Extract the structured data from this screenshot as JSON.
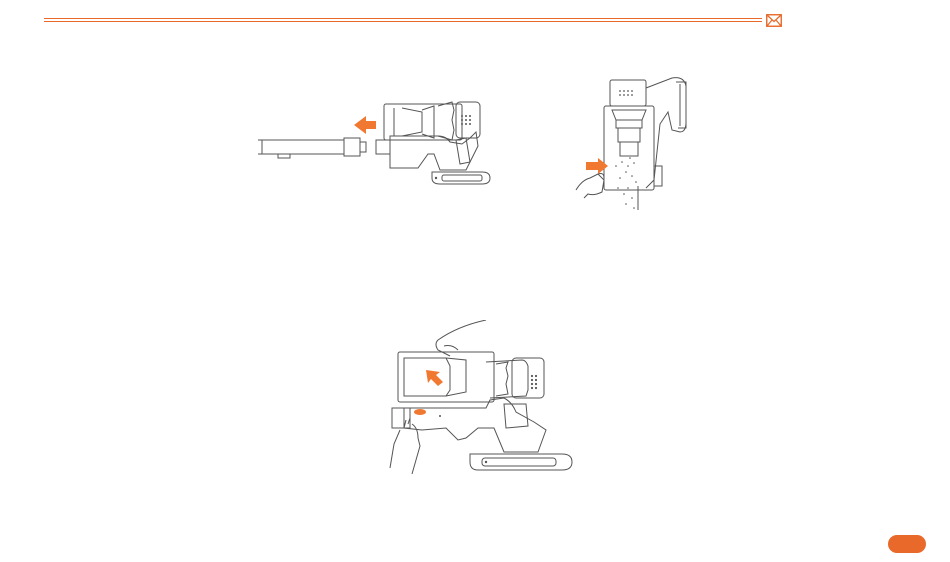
{
  "header": {
    "accent_color": "#e8692a",
    "icon": "mail-icon"
  },
  "figures": [
    {
      "icon": "vacuum-detach-tube-illustration",
      "arrow_color": "#f07830"
    },
    {
      "icon": "dust-bin-emptying-illustration",
      "arrow_color": "#f07830"
    },
    {
      "icon": "dust-bin-release-illustration",
      "arrow_color": "#f07830"
    }
  ],
  "page_badge": {
    "text": "",
    "color": "#e8692a"
  }
}
